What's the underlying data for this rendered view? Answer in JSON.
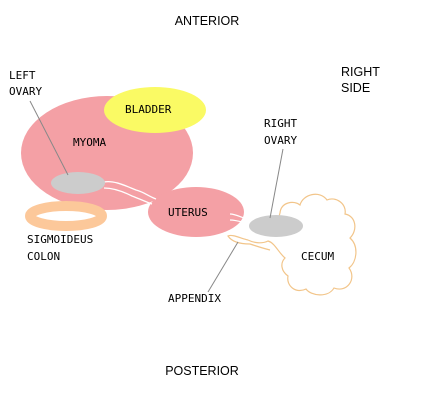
{
  "orientation": {
    "top": "ANTERIOR",
    "bottom": "POSTERIOR",
    "side_line1": "RIGHT",
    "side_line2": "SIDE"
  },
  "labels": {
    "left_ovary_line1": "LEFT",
    "left_ovary_line2": "OVARY",
    "right_ovary_line1": "RIGHT",
    "right_ovary_line2": "OVARY",
    "myoma": "MYOMA",
    "bladder": "BLADDER",
    "uterus": "UTERUS",
    "sigmoid_line1": "SIGMOIDEUS",
    "sigmoid_line2": "COLON",
    "cecum": "CECUM",
    "appendix": "APPENDIX"
  },
  "colors": {
    "myoma": "#f4a0a5",
    "uterus": "#f4a0a5",
    "bladder": "#fafa64",
    "ovary": "#cccccc",
    "sigmoid_colon": "#fcc89a",
    "cecum_outline": "#f2c58a",
    "leader_line": "#888888"
  }
}
